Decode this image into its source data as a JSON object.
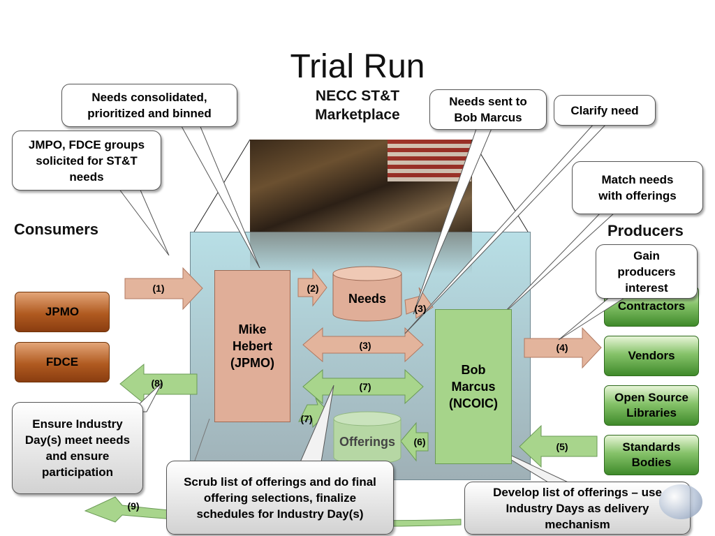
{
  "title": "Trial Run",
  "marketplace": [
    "NECC ST&T",
    "Marketplace"
  ],
  "sections": {
    "consumers": "Consumers",
    "producers": "Producers"
  },
  "consumers": [
    "JPMO",
    "FDCE"
  ],
  "producers": [
    "Contractors",
    "Vendors",
    "Open Source Libraries",
    "Standards Bodies"
  ],
  "actors": {
    "mike": [
      "Mike",
      "Hebert",
      "(JPMO)"
    ],
    "bob": [
      "Bob",
      "Marcus",
      "(NCOIC)"
    ]
  },
  "stores": {
    "needs": "Needs",
    "offerings": "Offerings"
  },
  "steps": {
    "s1": "(1)",
    "s2": "(2)",
    "s3a": "(3)",
    "s3b": "(3)",
    "s4": "(4)",
    "s5": "(5)",
    "s6": "(6)",
    "s7a": "(7)",
    "s7b": "(7)",
    "s8": "(8)",
    "s9": "(9)"
  },
  "callouts": {
    "consolidated": "Needs consolidated, prioritized and binned",
    "jmpo": "JMPO, FDCE groups solicited for ST&T needs",
    "needs_sent": "Needs sent to Bob Marcus",
    "clarify": "Clarify need",
    "match": "Match needs with offerings",
    "gain": "Gain producers interest",
    "ensure": "Ensure Industry Day(s) meet needs and ensure participation",
    "scrub": "Scrub list of offerings and do final offering selections, finalize schedules for Industry Day(s)",
    "develop": "Develop list of offerings – use Industry Days as delivery mechanism"
  },
  "colors": {
    "consumer_box": "#b05a20",
    "producer_box": "#5ea33e",
    "mike_box": "#e0ae98",
    "bob_box": "#a6d48a",
    "arrow_orange": "#e3b49c",
    "arrow_green": "#a8d58c",
    "stage": "#b8dfe6"
  }
}
